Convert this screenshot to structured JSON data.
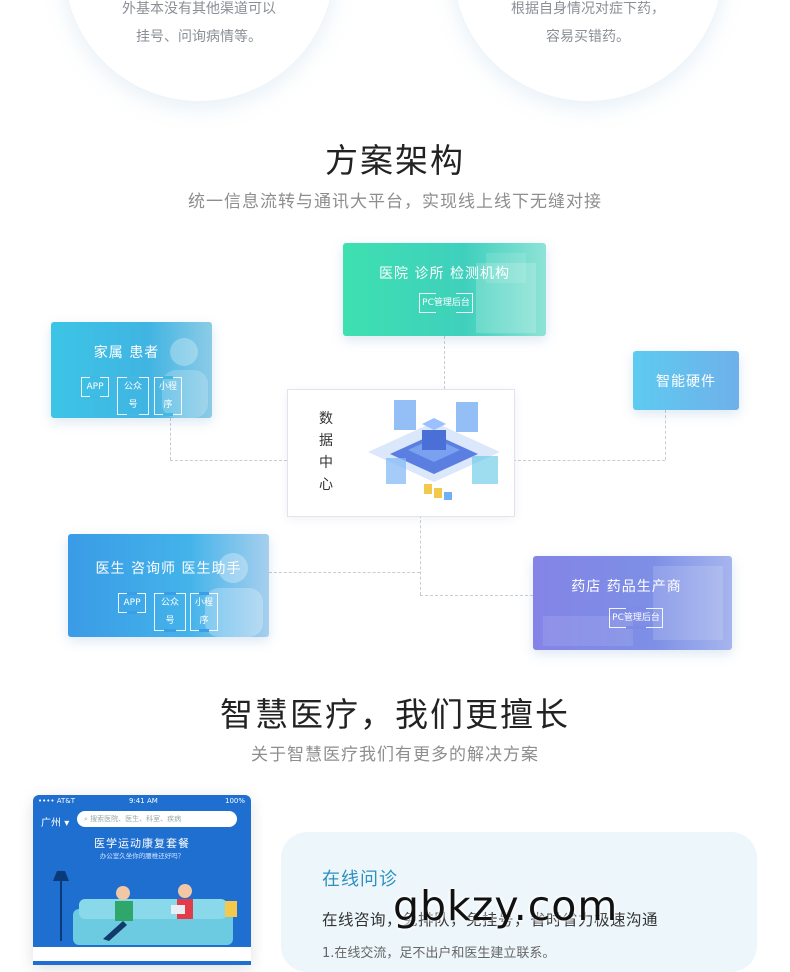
{
  "top_cards": [
    {
      "line1": "外基本没有其他渠道可以",
      "line2": "挂号、问询病情等。"
    },
    {
      "line1": "根据自身情况对症下药，",
      "line2": "容易买错药。"
    }
  ],
  "architecture": {
    "title": "方案架构",
    "subtitle": "统一信息流转与通讯大平台，实现线上线下无缝对接",
    "hospital": {
      "title": "医院  诊所  检测机构",
      "tags": [
        "PC管理后台"
      ]
    },
    "family": {
      "title": "家属  患者",
      "tags": [
        "APP",
        "公众号",
        "小程序"
      ]
    },
    "hardware": {
      "title": "智能硬件"
    },
    "hub": {
      "chars": [
        "数",
        "据",
        "中",
        "心"
      ]
    },
    "doctor": {
      "title": "医生  咨询师  医生助手",
      "tags": [
        "APP",
        "公众号",
        "小程序"
      ]
    },
    "pharmacy": {
      "title": "药店  药品生产商",
      "tags": [
        "PC管理后台"
      ]
    }
  },
  "smart_medical": {
    "title": "智慧医疗，我们更擅长",
    "subtitle": "关于智慧医疗我们有更多的解决方案"
  },
  "phone": {
    "carrier": "•••• AT&T",
    "time": "9:41 AM",
    "battery": "100%",
    "city": "广州",
    "search_placeholder": "搜索医院、医生、科室、疾病",
    "banner_title": "医学运动康复套餐",
    "banner_subtitle": "办公室久坐你的腰椎还好吗？"
  },
  "feature": {
    "title": "在线问诊",
    "line1": "在线咨询，免排队，免挂号，省时省力极速沟通",
    "line2": "1.在线交流，足不出户和医生建立联系。"
  },
  "watermark": "gbkzy.com"
}
